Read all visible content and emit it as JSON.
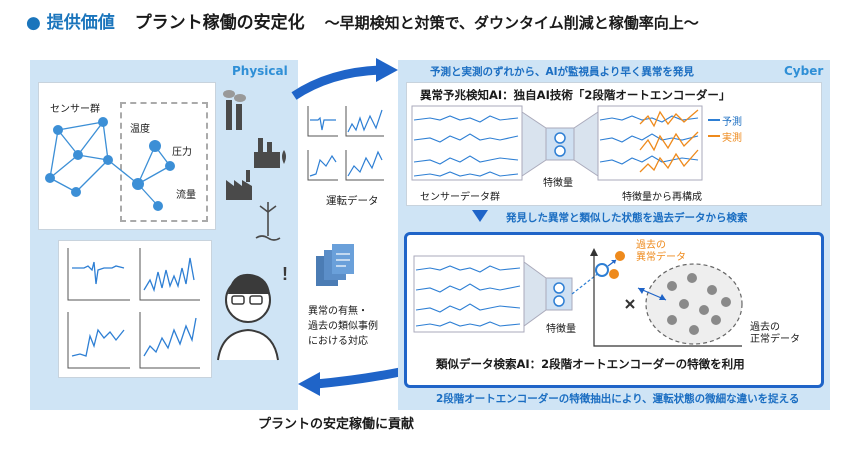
{
  "title": {
    "bullet": "●",
    "lead": "提供価値",
    "main": "プラント稼働の安定化",
    "sub": "～早期検知と対策で、ダウンタイム削減と稼働率向上～"
  },
  "physical": {
    "label": "Physical",
    "sensor_group": "センサー群",
    "temperature": "温度",
    "pressure": "圧力",
    "flow": "流量"
  },
  "middle": {
    "operation_data": "運転データ",
    "response_text_1": "異常の有無・",
    "response_text_2": "過去の類似事例",
    "response_text_3": "における対応"
  },
  "cyber": {
    "label": "Cyber",
    "top_banner": "予測と実測のずれから、AIが監視員より早く異常を発見",
    "box1_title": "異常予兆検知AI：独自AI技術「2段階オートエンコーダー」",
    "legend_predicted": "予測",
    "legend_actual": "実測",
    "sensor_data_group": "センサーデータ群",
    "feature_quantity": "特徴量",
    "reconstructed": "特徴量から再構成",
    "middle_banner": "発見した異常と類似した状態を過去データから検索",
    "past_anomaly_1": "過去の",
    "past_anomaly_2": "異常データ",
    "past_normal_1": "過去の",
    "past_normal_2": "正常データ",
    "feature_quantity2": "特徴量",
    "box2_title": "類似データ検索AI：2段階オートエンコーダーの特徴を利用",
    "bottom_banner": "2段階オートエンコーダーの特徴抽出により、運転状態の微細な違いを捉える"
  },
  "bottom": {
    "contribution": "プラントの安定稼働に貢献"
  },
  "colors": {
    "accent_blue": "#1b75bc",
    "panel_bg": "#cfe4f5",
    "arrow_blue": "#1f64c8",
    "orange": "#ee8a1c",
    "series_blue": "#2e7fd4"
  },
  "icons": [
    "factory-icon",
    "refinery-icon",
    "plant-icon",
    "wind-turbine-icon",
    "person-icon",
    "document-stack-icon"
  ]
}
